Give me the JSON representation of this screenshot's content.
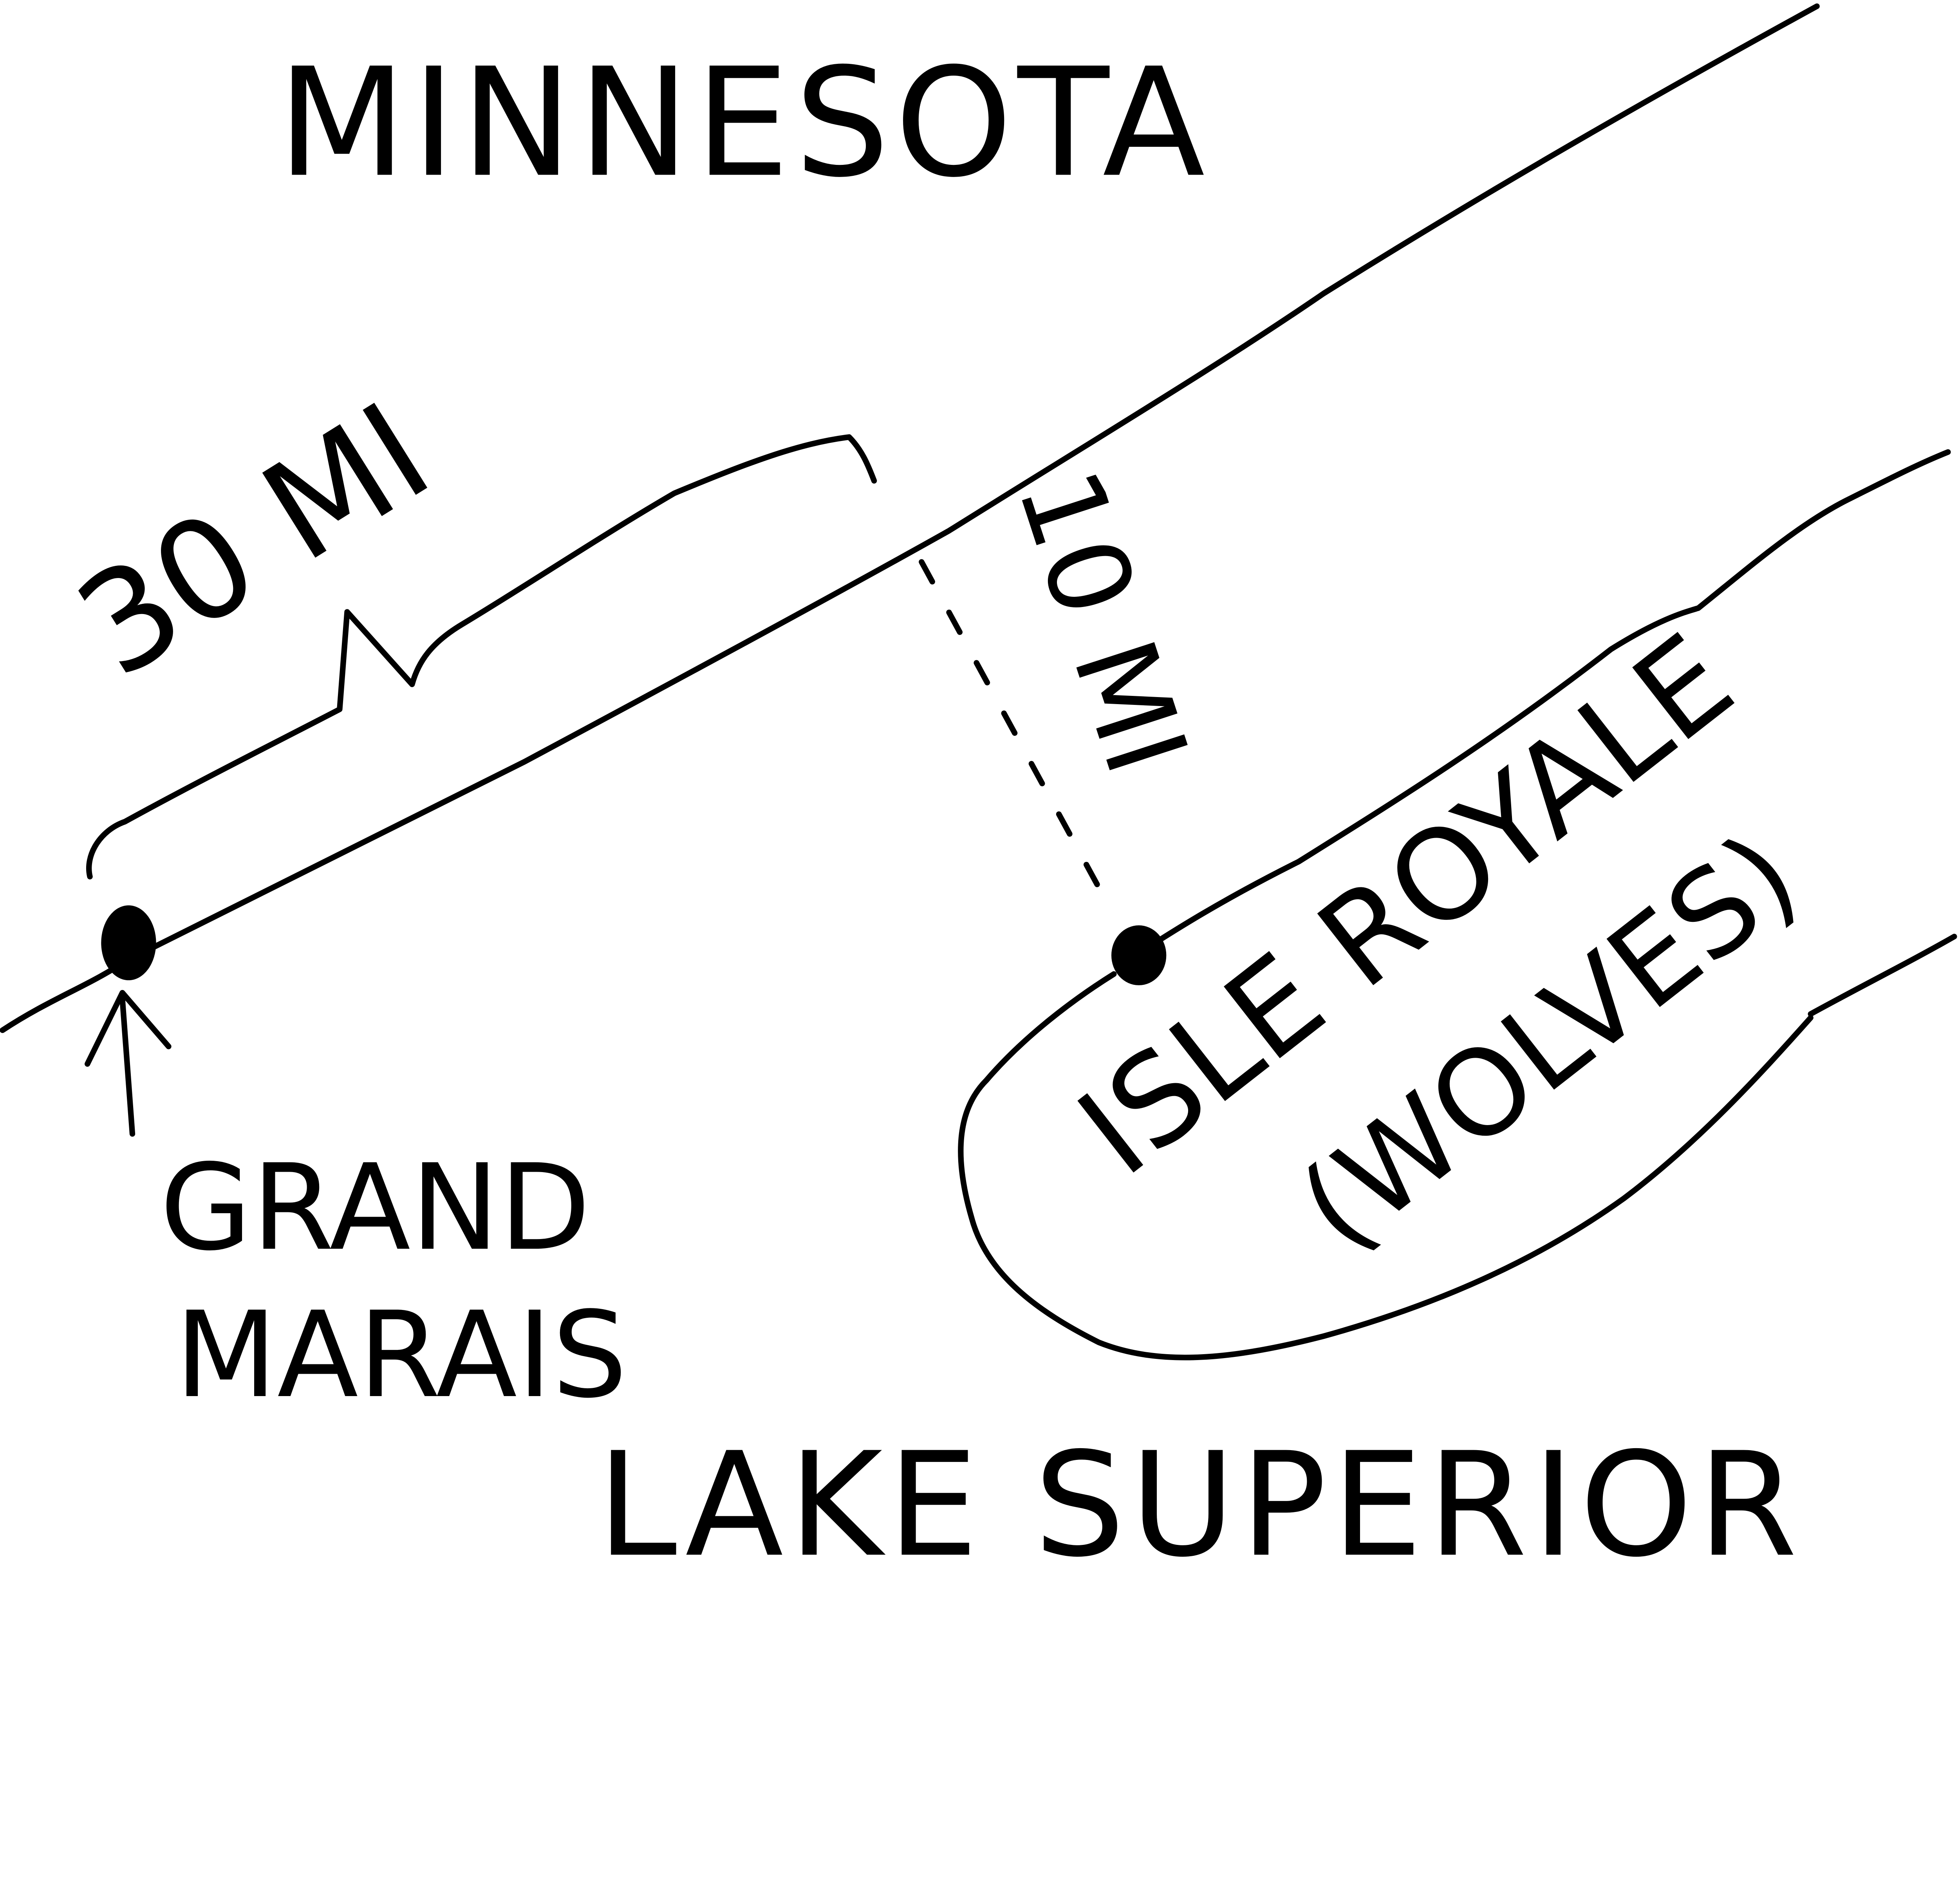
{
  "map": {
    "labels": {
      "state": "MINNESOTA",
      "lake": "LAKE SUPERIOR",
      "town_line1": "GRAND",
      "town_line2": "MARAIS",
      "island": "ISLE ROYALE",
      "island_note": "(WOLVES)",
      "distance_along_shore": "30 MI",
      "distance_to_island": "10 MI"
    },
    "colors": {
      "ink": "#000000",
      "paper": "#ffffff"
    }
  }
}
